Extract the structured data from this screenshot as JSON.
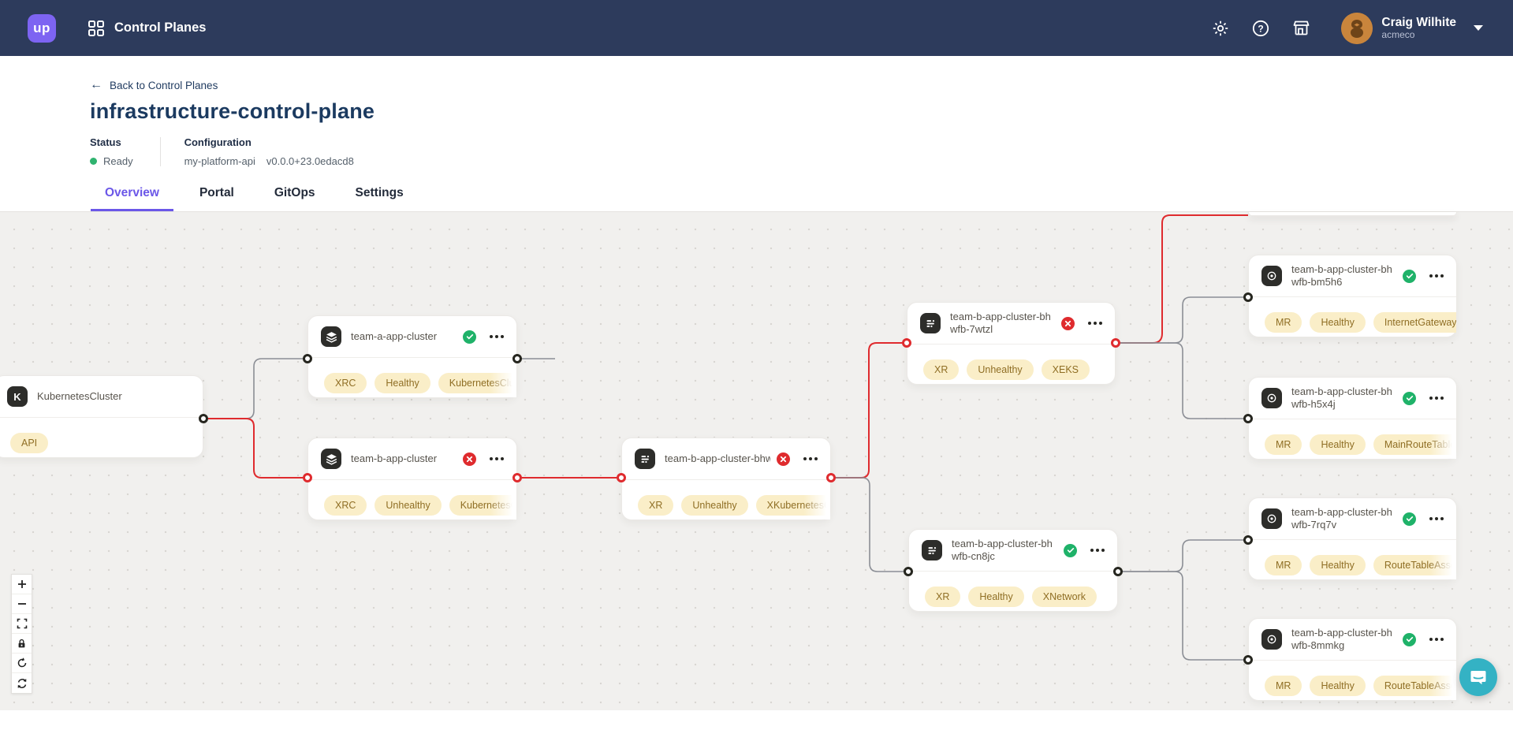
{
  "navbar": {
    "logo_text": "up",
    "app_title": "Control Planes",
    "icons": [
      "grid-icon",
      "settings-gear-icon",
      "help-icon",
      "marketplace-icon"
    ],
    "user": {
      "name": "Craig Wilhite",
      "org": "acmeco"
    }
  },
  "header": {
    "back_label": "Back to Control Planes",
    "title": "infrastructure-control-plane",
    "status_label": "Status",
    "status_value": "Ready",
    "status_color": "#2fb36f",
    "config_label": "Configuration",
    "config_name": "my-platform-api",
    "config_version": "v0.0.0+23.0edacd8"
  },
  "tabs": [
    {
      "label": "Overview",
      "active": true
    },
    {
      "label": "Portal",
      "active": false
    },
    {
      "label": "GitOps",
      "active": false
    },
    {
      "label": "Settings",
      "active": false
    }
  ],
  "canvas": {
    "nodes": [
      {
        "label": "KubernetesCluster",
        "icon": "kubernetes-cluster",
        "icon_glyph": "K",
        "status": null,
        "badges": [
          "API"
        ]
      },
      {
        "label": "team-a-app-cluster",
        "icon": "claim-layers",
        "status": "healthy",
        "badges": [
          "XRC",
          "Healthy",
          "KubernetesCluster"
        ]
      },
      {
        "label": "team-b-app-cluster",
        "icon": "claim-layers",
        "status": "unhealthy",
        "badges": [
          "XRC",
          "Unhealthy",
          "KubernetesCluster"
        ]
      },
      {
        "label": "team-b-app-cluster-bhwfb",
        "icon": "composite-resource",
        "status": "unhealthy",
        "badges": [
          "XR",
          "Unhealthy",
          "XKubernetesCluster"
        ]
      },
      {
        "label": "team-b-app-cluster-bhwfb-7wtzl",
        "icon": "composite-resource",
        "status": "unhealthy",
        "badges": [
          "XR",
          "Unhealthy",
          "XEKS"
        ]
      },
      {
        "label": "team-b-app-cluster-bhwfb-cn8jc",
        "icon": "composite-resource",
        "status": "healthy",
        "badges": [
          "XR",
          "Healthy",
          "XNetwork"
        ]
      },
      {
        "label": "team-b-app-cluster-bhwfb-bm5h6",
        "icon": "managed-resource",
        "status": "healthy",
        "badges": [
          "MR",
          "Healthy",
          "InternetGateway"
        ]
      },
      {
        "label": "team-b-app-cluster-bhwfb-h5x4j",
        "icon": "managed-resource",
        "status": "healthy",
        "badges": [
          "MR",
          "Healthy",
          "MainRouteTableAssociation"
        ]
      },
      {
        "label": "team-b-app-cluster-bhwfb-7rq7v",
        "icon": "managed-resource",
        "status": "healthy",
        "badges": [
          "MR",
          "Healthy",
          "RouteTableAssociation"
        ]
      },
      {
        "label": "team-b-app-cluster-bhwfb-8mmkg",
        "icon": "managed-resource",
        "status": "healthy",
        "badges": [
          "MR",
          "Healthy",
          "RouteTableAssociation"
        ]
      }
    ],
    "controls": [
      "zoom-in",
      "zoom-out",
      "fit-view",
      "lock",
      "reset-view",
      "refresh"
    ],
    "colors": {
      "edge_gray": "#8b8e95",
      "edge_red": "#df2b2e",
      "healthy_green": "#1fb269",
      "unhealthy_red": "#df2b2e",
      "badge_bg": "#faeec8",
      "badge_text": "#8f6e24",
      "accent_purple": "#6b57e8",
      "navbar_navy": "#2d3b5c",
      "chat_teal": "#34b2c4"
    },
    "help_glyph": "?"
  }
}
